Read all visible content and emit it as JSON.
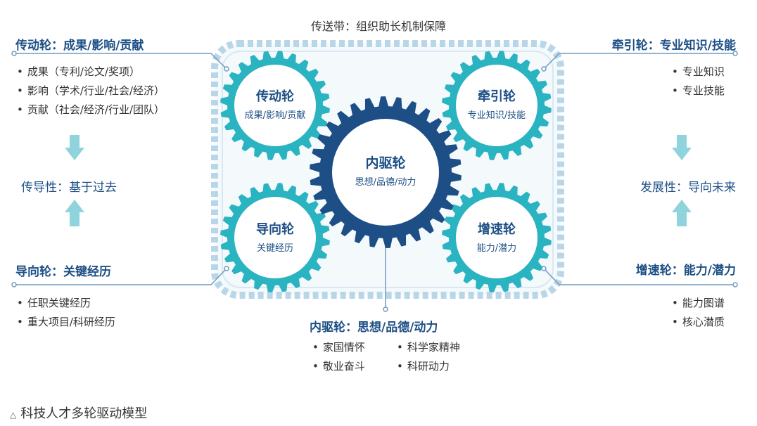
{
  "top_title": "传送带：组织助长机制保障",
  "center_gear": {
    "title": "内驱轮",
    "subtitle": "思想/品德/动力"
  },
  "gears": {
    "top_left": {
      "title": "传动轮",
      "subtitle": "成果/影响/贡献"
    },
    "top_right": {
      "title": "牵引轮",
      "subtitle": "专业知识/技能"
    },
    "bottom_left": {
      "title": "导向轮",
      "subtitle": "关键经历"
    },
    "bottom_right": {
      "title": "增速轮",
      "subtitle": "能力/潜力"
    }
  },
  "left_top": {
    "heading": "传动轮：成果/影响/贡献",
    "items": [
      "成果（专利/论文/奖项）",
      "影响（学术/行业/社会/经济）",
      "贡献（社会/经济/行业/团队）"
    ]
  },
  "left_middle": "传导性：基于过去",
  "left_bottom": {
    "heading": "导向轮：关键经历",
    "items": [
      "任职关键经历",
      "重大项目/科研经历"
    ]
  },
  "right_top": {
    "heading": "牵引轮：专业知识/技能",
    "items": [
      "专业知识",
      "专业技能"
    ]
  },
  "right_middle": "发展性：导向未来",
  "right_bottom": {
    "heading": "增速轮：能力/潜力",
    "items": [
      "能力图谱",
      "核心潜质"
    ]
  },
  "bottom_center": {
    "heading": "内驱轮：思想/品德/动力",
    "items_col1": [
      "家国情怀",
      "敬业奋斗"
    ],
    "items_col2": [
      "科学家精神",
      "科研动力"
    ]
  },
  "caption": "科技人才多轮驱动模型",
  "colors": {
    "teal": "#2ab3c0",
    "navy": "#1d4f86",
    "belt": "#b9d6e8"
  }
}
